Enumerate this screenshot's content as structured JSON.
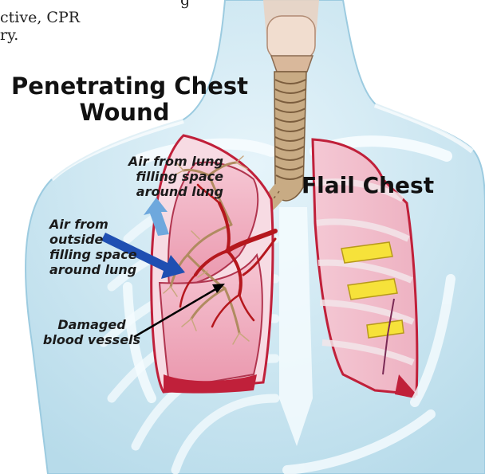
{
  "snippet": {
    "line1": "g",
    "line2": "ctive, CPR",
    "line3": "ry."
  },
  "title": {
    "line1": "Penetrating Chest",
    "line2": "Wound"
  },
  "flail_label": "Flail Chest",
  "label_air_lung": {
    "line1": "Air from lung",
    "line2": "filling space",
    "line3": "around lung"
  },
  "label_air_outside": {
    "line1": "Air from",
    "line2": "outside",
    "line3": "filling space",
    "line4": "around lung"
  },
  "label_vessels": {
    "line1": "Damaged",
    "line2": "blood vessels"
  },
  "colors": {
    "skin": "#cfe8f3",
    "bone": "#eaf6fb",
    "lung": "#f0a9bd",
    "pleura": "#c0203a",
    "vessel": "#b5171d",
    "airway": "#c8ab84",
    "arrow_blue": "#1f4fb2",
    "arrow_light": "#6ea8dd",
    "rib_pad": "#f6e23a"
  }
}
